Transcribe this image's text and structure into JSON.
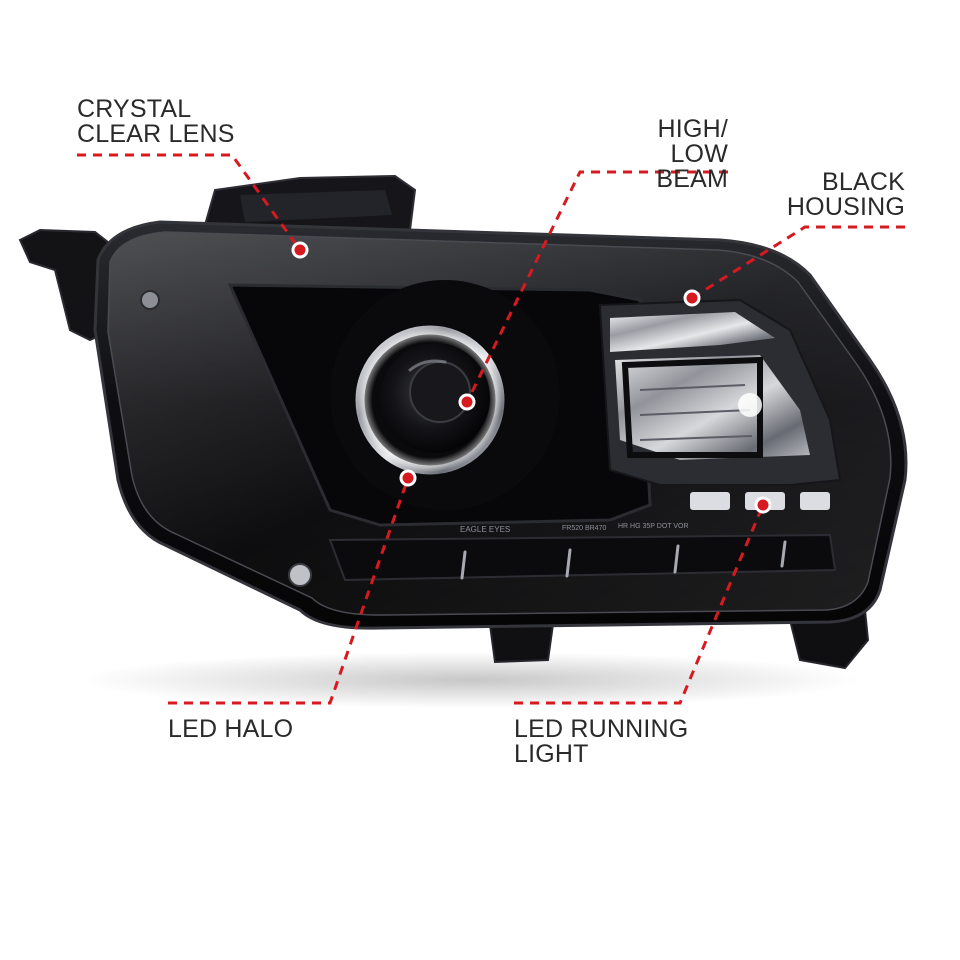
{
  "colors": {
    "accent_red": "#d71920",
    "label_text": "#2a2a2a",
    "housing_black": "#0c0c0e",
    "background": "#ffffff"
  },
  "callouts": {
    "crystal_clear_lens": {
      "line1": "CRYSTAL",
      "line2": "CLEAR LENS"
    },
    "high_low_beam": {
      "line1": "HIGH/",
      "line2": "LOW BEAM"
    },
    "black_housing": {
      "line1": "BLACK",
      "line2": "HOUSING"
    },
    "led_halo": {
      "line1": "LED HALO"
    },
    "led_running_light": {
      "line1": "LED RUNNING",
      "line2": "LIGHT"
    }
  },
  "lens_markings": {
    "brand": "EAGLE EYES",
    "codes": "FR520 BR470",
    "standards": "HR HG 35P DOT VOR"
  }
}
